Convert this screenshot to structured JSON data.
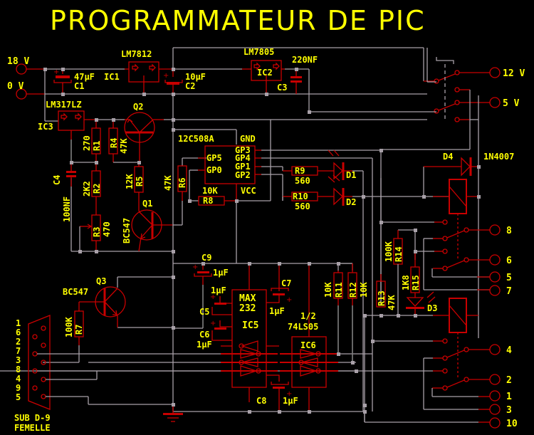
{
  "title": "PROGRAMMATEUR DE PIC",
  "power": {
    "in18": "18 V",
    "in0": "0 V",
    "out12": "12 V",
    "out5": "5 V"
  },
  "regulators": {
    "ic1": {
      "type": "LM7812",
      "ref": "IC1"
    },
    "ic2": {
      "type": "LM7805",
      "ref": "IC2"
    },
    "ic3": {
      "type": "LM317LZ",
      "ref": "IC3"
    }
  },
  "capacitors": {
    "c1": {
      "ref": "C1",
      "value": "47µF"
    },
    "c2": {
      "ref": "C2",
      "value": "10µF"
    },
    "c3": {
      "ref": "C3",
      "value": "220NF"
    },
    "c4": {
      "ref": "C4",
      "value": "100NF"
    },
    "c5": {
      "ref": "C5",
      "value": "1µF"
    },
    "c6": {
      "ref": "C6",
      "value": "1µF"
    },
    "c7": {
      "ref": "C7",
      "value": "1µF"
    },
    "c8": {
      "ref": "C8",
      "value": "1µF"
    },
    "c9": {
      "ref": "C9",
      "value": "1µF"
    }
  },
  "resistors": {
    "r1": {
      "ref": "R1",
      "value": "270"
    },
    "r2": {
      "ref": "R2",
      "value": "2K2"
    },
    "r3": {
      "ref": "R3",
      "value": "470"
    },
    "r4": {
      "ref": "R4",
      "value": "47K"
    },
    "r5": {
      "ref": "R5",
      "value": "12K"
    },
    "r6": {
      "ref": "R6",
      "value": "47K"
    },
    "r7": {
      "ref": "R7",
      "value": "100K"
    },
    "r8": {
      "ref": "R8",
      "value": "10K"
    },
    "r9": {
      "ref": "R9",
      "value": "560"
    },
    "r10": {
      "ref": "R10",
      "value": "560"
    },
    "r11": {
      "ref": "R11",
      "value": "10K"
    },
    "r12": {
      "ref": "R12",
      "value": "10K"
    },
    "r13": {
      "ref": "R13",
      "value": "47K"
    },
    "r14": {
      "ref": "R14",
      "value": "100K"
    },
    "r15": {
      "ref": "R15",
      "value": "1K8"
    }
  },
  "transistors": {
    "q1": {
      "ref": "Q1",
      "type": "BC547"
    },
    "q2": {
      "ref": "Q2"
    },
    "q3": {
      "ref": "Q3",
      "type": "BC547"
    }
  },
  "pic": {
    "type": "12C508A",
    "pins": [
      "GND",
      "GP3",
      "GP4",
      "GP5",
      "GP1",
      "GP0",
      "GP2",
      "VCC"
    ]
  },
  "diodes": {
    "d1": "D1",
    "d2": "D2",
    "d3": "D3",
    "d4": "D4",
    "d4_type": "1N4007"
  },
  "max232": {
    "type": "MAX\n232",
    "line1": "MAX",
    "line2": "232",
    "ref": "IC5"
  },
  "ic6": {
    "line1": "1/2",
    "line2": "74LS05",
    "ref": "IC6"
  },
  "connector": {
    "pins": [
      "1",
      "6",
      "2",
      "7",
      "3",
      "8",
      "4",
      "9",
      "5"
    ],
    "line1": "SUB D-9",
    "line2": "FEMELLE"
  },
  "outputs": [
    "8",
    "6",
    "5",
    "7",
    "4",
    "2",
    "1",
    "3",
    "10"
  ],
  "colors": {
    "background": "#000000",
    "text": "#ffff00",
    "component": "#c80000",
    "wire": "#a8a0a8"
  }
}
